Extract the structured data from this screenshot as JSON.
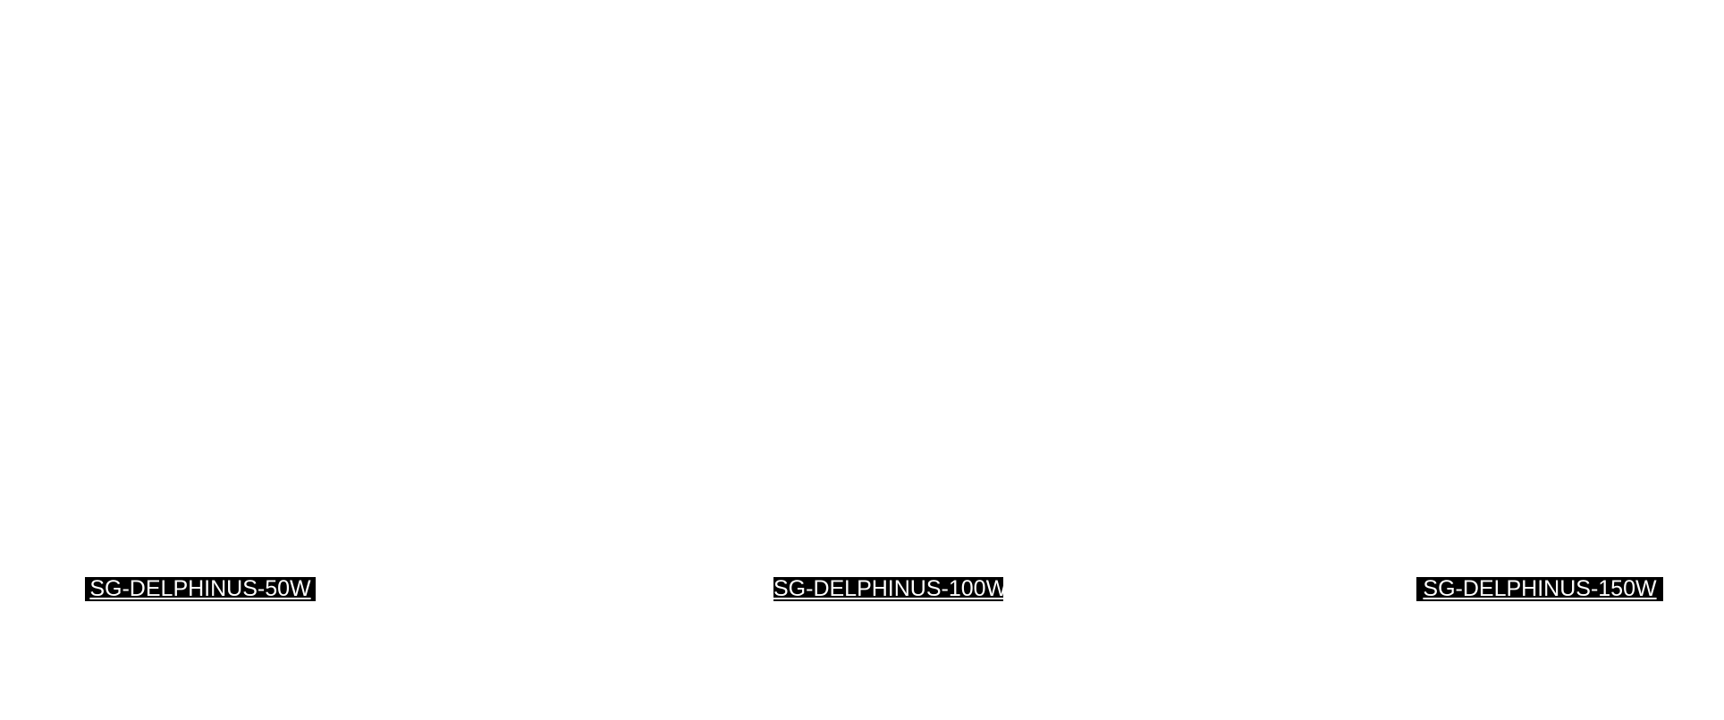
{
  "colors": {
    "viewport_background": "#ffffff",
    "label_background": "#000000",
    "label_text": "#ffffff"
  },
  "labels": [
    {
      "text": "SG-DELPHINUS-50W"
    },
    {
      "text": "SG-DELPHINUS-100W"
    },
    {
      "text": "SG-DELPHINUS-150W"
    }
  ]
}
